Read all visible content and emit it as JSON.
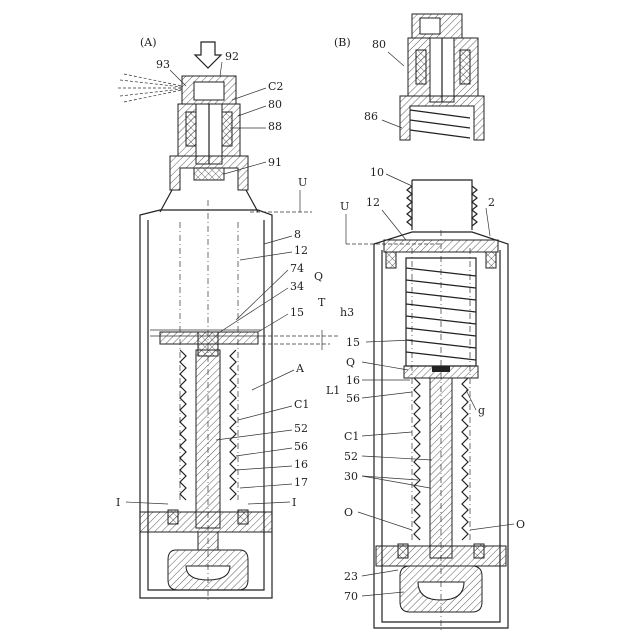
{
  "figure_a": {
    "caption": "(A)",
    "labels": [
      "92",
      "93",
      "C2",
      "80",
      "88",
      "91",
      "U",
      "8",
      "12",
      "74",
      "Q",
      "34",
      "15",
      "T",
      "h3",
      "A",
      "C1",
      "52",
      "56",
      "16",
      "17",
      "I",
      "I"
    ]
  },
  "figure_b": {
    "caption": "(B)",
    "labels": [
      "80",
      "86",
      "10",
      "2",
      "12",
      "U",
      "15",
      "Q",
      "16",
      "L1",
      "56",
      "g",
      "C1",
      "52",
      "30",
      "O",
      "O",
      "23",
      "70"
    ]
  }
}
